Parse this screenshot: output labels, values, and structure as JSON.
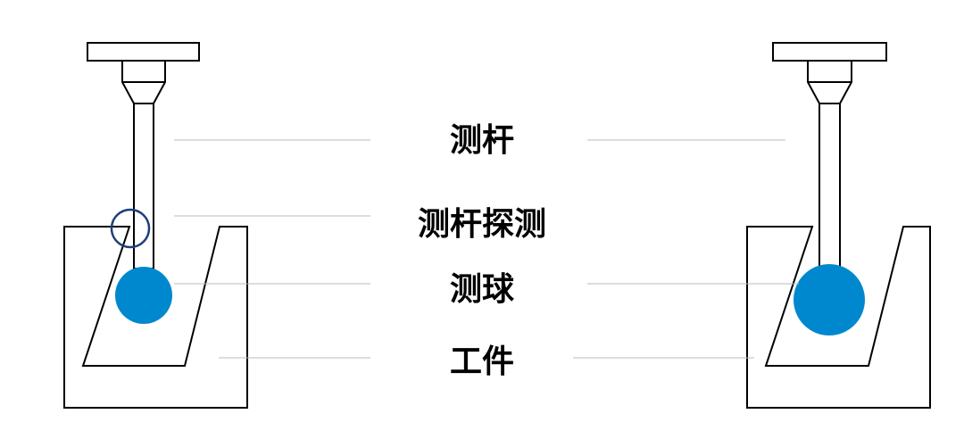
{
  "labels": {
    "stylus": "测杆",
    "stylus_probing": "测杆探测",
    "probe_ball": "测球",
    "workpiece": "工件"
  },
  "colors": {
    "outline": "#000000",
    "probe_ball": "#0088CE",
    "highlight_circle": "#1F3F7A",
    "leader_line": "#BBBBBB"
  },
  "icons": {
    "left_assembly": "probe-stylus-contact-illustration",
    "right_assembly": "probe-ball-contact-illustration",
    "highlight": "contact-point-highlight-circle"
  }
}
